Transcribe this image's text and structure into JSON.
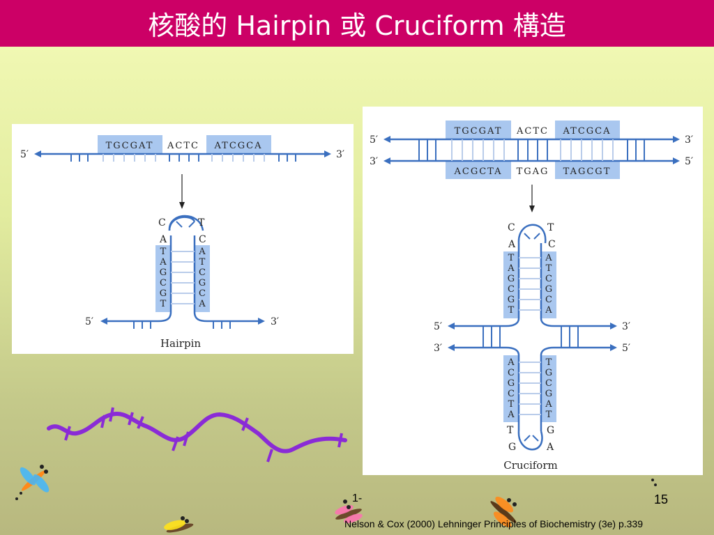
{
  "title": "核酸的 Hairpin 或 Cruciform 構造",
  "hairpin": {
    "top_boxed_left": "TGCGAT",
    "top_middle": "ACTC",
    "top_boxed_right": "ATCGCA",
    "end_5": "5′",
    "end_3": "3′",
    "loop_left": [
      "C",
      "A"
    ],
    "loop_right": [
      "T",
      "C"
    ],
    "stem_left": [
      "T",
      "A",
      "G",
      "C",
      "G",
      "T"
    ],
    "stem_right": [
      "A",
      "T",
      "C",
      "G",
      "C",
      "A"
    ],
    "caption": "Hairpin"
  },
  "cruciform": {
    "top_boxed_left": "TGCGAT",
    "top_middle": "ACTC",
    "top_boxed_right": "ATCGCA",
    "bottom_boxed_left": "ACGCTA",
    "bottom_middle": "TGAG",
    "bottom_boxed_right": "TAGCGT",
    "end_5": "5′",
    "end_3": "3′",
    "upper_loop_left": [
      "C",
      "A"
    ],
    "upper_loop_right": [
      "T",
      "C"
    ],
    "upper_stem_left": [
      "T",
      "A",
      "G",
      "C",
      "G",
      "T"
    ],
    "upper_stem_right": [
      "A",
      "T",
      "C",
      "G",
      "C",
      "A"
    ],
    "lower_stem_left": [
      "A",
      "C",
      "G",
      "C",
      "T",
      "A"
    ],
    "lower_stem_right": [
      "T",
      "G",
      "C",
      "G",
      "A",
      "T"
    ],
    "lower_loop_left": [
      "T",
      "G"
    ],
    "lower_loop_right": [
      "G",
      "A"
    ],
    "caption": "Cruciform"
  },
  "footer": {
    "left_mark": "1-",
    "slide_number": "15",
    "citation": "Nelson & Cox (2000) Lehninger Principles of Biochemistry (3e) p.339"
  },
  "colors": {
    "title_bar": "#cc0066",
    "strand": "#3a6fbf",
    "highlight_box": "#a9c7ef",
    "decor_wave": "#8a2bd6"
  }
}
